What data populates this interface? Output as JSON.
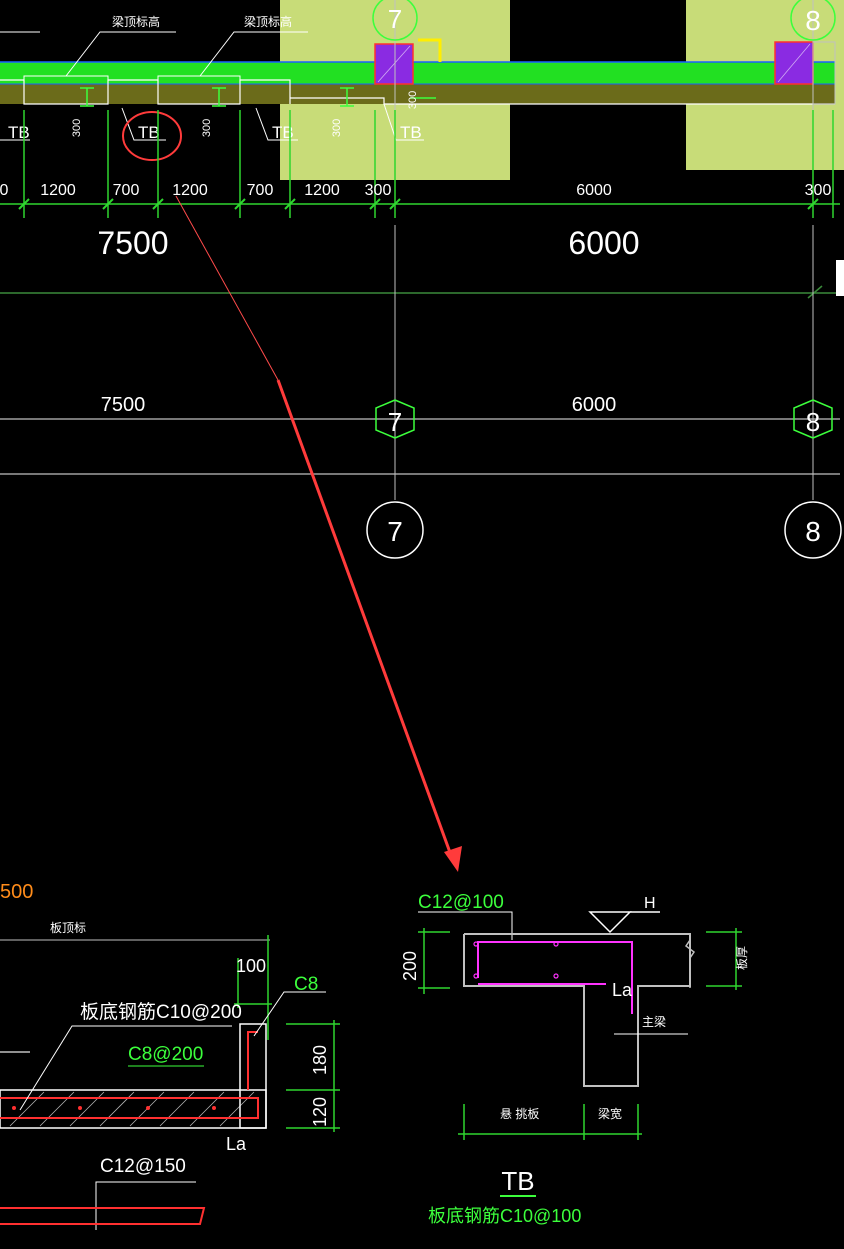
{
  "colors": {
    "background": "#000000",
    "beam": "#22e022",
    "slab": "#6b6b1a",
    "column": "#8a2be2",
    "highlight_fill": "#c8dc78",
    "dim_line": "#2fd62f",
    "grid_line": "#3a8a3a",
    "annotation_red": "#ff3b3b",
    "rebar_magenta": "#ff33ff"
  },
  "top_plan": {
    "grid_bubbles_top": [
      "7",
      "8"
    ],
    "leader_labels": [
      "梁顶标高",
      "梁顶标高"
    ],
    "tb_labels": [
      "TB",
      "TB",
      "TB",
      "TB"
    ],
    "vertical_dims": [
      "300",
      "300",
      "300",
      "300"
    ],
    "seg_dims": [
      "0",
      "1200",
      "700",
      "1200",
      "700",
      "1200",
      "300",
      "6000",
      "300"
    ],
    "bay_dims": [
      "7500",
      "6000"
    ]
  },
  "mid_plan": {
    "bay_dims": [
      "7500",
      "6000"
    ],
    "grid_bubbles": [
      "7",
      "8"
    ],
    "axis_bubbles": [
      "7",
      "8"
    ]
  },
  "left_detail": {
    "corner_text": "500",
    "top_label": "板顶标",
    "top_rebar": "板底钢筋C10@200",
    "bar_c8": "C8",
    "dist_bar": "C8@200",
    "dim_100": "100",
    "dim_180": "180",
    "dim_120": "120",
    "la": "La",
    "bottom_rebar": "C12@150"
  },
  "tb_detail": {
    "top_rebar": "C12@100",
    "level_mark": "H",
    "dim_200": "200",
    "side_dim": "板厚",
    "la": "La",
    "beam_label": "主梁",
    "dim_left": "悬 挑板",
    "dim_right": "梁宽",
    "title": "TB",
    "note": "板底钢筋C10@100"
  }
}
